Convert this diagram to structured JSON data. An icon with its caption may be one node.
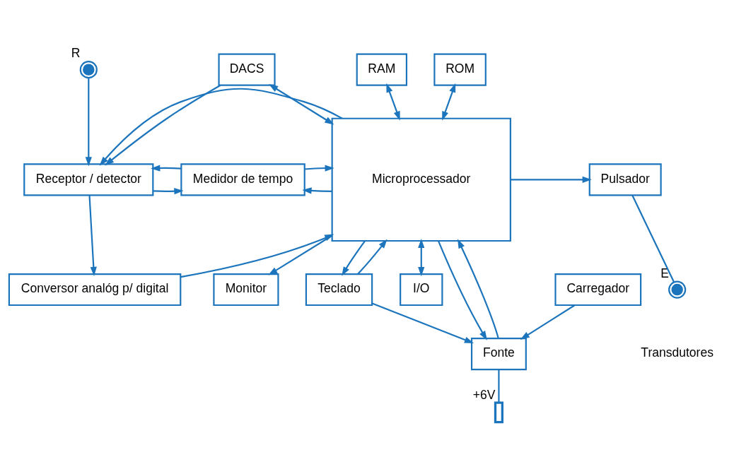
{
  "diagram": {
    "nodes": [
      {
        "text": [
          "DACS"
        ]
      },
      {
        "text": [
          "RAM"
        ]
      },
      {
        "text": [
          "ROM"
        ]
      },
      {
        "text": [
          "Monitor"
        ]
      },
      {
        "text": [
          "Pulsador"
        ]
      },
      {
        "text": [
          "Receptor / detector"
        ]
      },
      {
        "text": [
          "Medidor de tempo"
        ]
      },
      {
        "text": [
          "Microprocessador"
        ]
      },
      {
        "text": [
          "Teclado"
        ]
      },
      {
        "text": [],
        "shape": "circle",
        "beside": [
          "E"
        ]
      },
      {
        "text": [],
        "shape": "circle",
        "beside": [
          "R"
        ]
      },
      {
        "text": [
          "Conversor analóg p/ digital"
        ]
      },
      {
        "text": [
          "I/O"
        ]
      },
      {
        "text": [
          "Fonte"
        ]
      },
      {
        "text": [],
        "shape": "battery",
        "beside": [
          "+6V"
        ]
      },
      {
        "text": [
          "Carregador"
        ]
      }
    ],
    "edges": [
      {
        "from": 0,
        "to": 5,
        "arrow": "to"
      },
      {
        "from": 7,
        "to": 0,
        "arrow": "both"
      },
      {
        "from": 7,
        "to": 1,
        "arrow": "both"
      },
      {
        "from": 7,
        "to": 2,
        "arrow": "both"
      },
      {
        "from": 7,
        "to": 3,
        "arrow": "to"
      },
      {
        "from": 7,
        "to": 4,
        "arrow": "to"
      },
      {
        "from": 7,
        "to": 5,
        "arrow": "to"
      },
      {
        "from": 7,
        "to": 6,
        "arrow": "to"
      },
      {
        "from": 5,
        "to": 6,
        "arrow": "to"
      },
      {
        "from": 6,
        "to": 7,
        "arrow": "to"
      },
      {
        "from": 5,
        "to": 11,
        "arrow": "to"
      },
      {
        "from": 11,
        "to": 7,
        "arrow": "to"
      },
      {
        "from": 6,
        "to": 5,
        "arrow": "to"
      },
      {
        "from": 4,
        "to": 9,
        "arrow": "none"
      },
      {
        "from": 10,
        "to": 5,
        "arrow": "to"
      },
      {
        "from": 7,
        "to": 12,
        "arrow": "both"
      },
      {
        "from": 7,
        "to": 13,
        "arrow": "to"
      },
      {
        "from": 13,
        "to": 7,
        "arrow": "to"
      },
      {
        "from": 7,
        "to": 8,
        "arrow": "to"
      },
      {
        "from": 8,
        "to": 7,
        "arrow": "to"
      },
      {
        "from": 8,
        "to": 13,
        "arrow": "to"
      },
      {
        "from": 13,
        "to": 14,
        "arrow": "none"
      },
      {
        "from": 15,
        "to": 13,
        "arrow": "to"
      }
    ],
    "labels": [
      "Transdutores"
    ]
  }
}
